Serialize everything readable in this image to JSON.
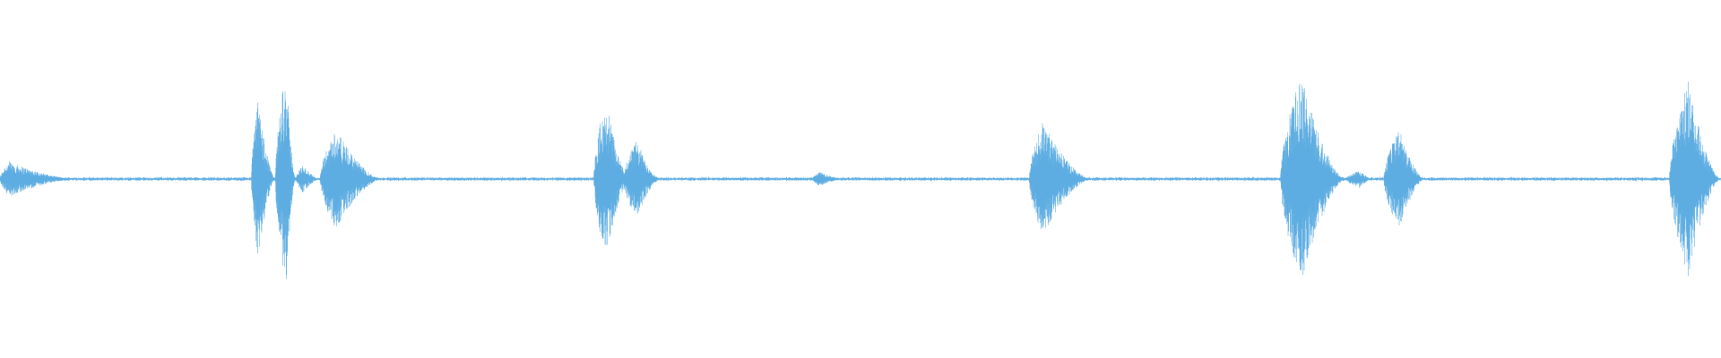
{
  "waveform": {
    "color": "#5dade2",
    "background": "#ffffff",
    "baseline_amplitude": 0.008,
    "bursts": [
      {
        "start": 0.0,
        "peak": 0.005,
        "end": 0.045,
        "amplitude": 0.1
      },
      {
        "start": 0.146,
        "peak": 0.15,
        "end": 0.16,
        "amplitude": 0.45
      },
      {
        "start": 0.16,
        "peak": 0.166,
        "end": 0.172,
        "amplitude": 0.62
      },
      {
        "start": 0.172,
        "peak": 0.176,
        "end": 0.186,
        "amplitude": 0.08
      },
      {
        "start": 0.186,
        "peak": 0.195,
        "end": 0.222,
        "amplitude": 0.28
      },
      {
        "start": 0.345,
        "peak": 0.352,
        "end": 0.366,
        "amplitude": 0.45
      },
      {
        "start": 0.362,
        "peak": 0.37,
        "end": 0.384,
        "amplitude": 0.22
      },
      {
        "start": 0.472,
        "peak": 0.476,
        "end": 0.492,
        "amplitude": 0.04
      },
      {
        "start": 0.598,
        "peak": 0.606,
        "end": 0.634,
        "amplitude": 0.32
      },
      {
        "start": 0.744,
        "peak": 0.756,
        "end": 0.782,
        "amplitude": 0.58
      },
      {
        "start": 0.782,
        "peak": 0.79,
        "end": 0.798,
        "amplitude": 0.05
      },
      {
        "start": 0.804,
        "peak": 0.813,
        "end": 0.828,
        "amplitude": 0.28
      },
      {
        "start": 0.97,
        "peak": 0.981,
        "end": 1.0,
        "amplitude": 0.55
      }
    ]
  }
}
